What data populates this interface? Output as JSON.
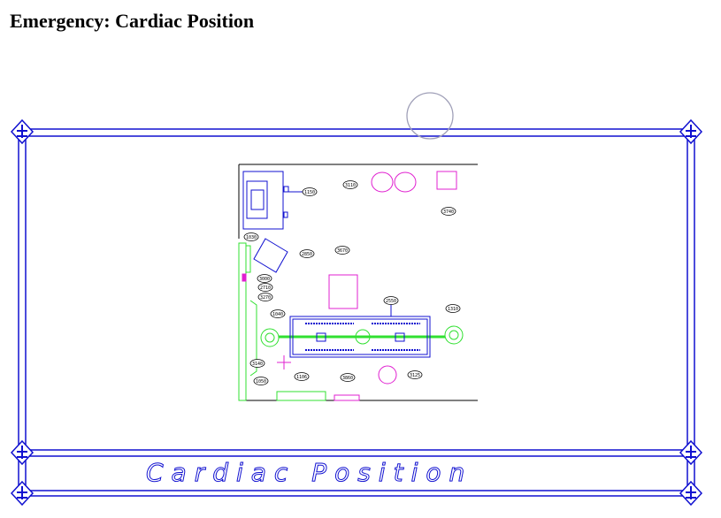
{
  "page": {
    "title": "Emergency: Cardiac Position"
  },
  "frame": {
    "caption": "Cardiac Position",
    "color": "#1010d0"
  },
  "diagram": {
    "callouts": [
      "1150",
      "3110",
      "3740",
      "1030",
      "2850",
      "3670",
      "3000",
      "2710",
      "3270",
      "1040",
      "2550",
      "1310",
      "3140",
      "1050",
      "1106",
      "3860",
      "3125"
    ],
    "colors": {
      "blue": "#1010d0",
      "magenta": "#e020d0",
      "green": "#30e030"
    }
  }
}
